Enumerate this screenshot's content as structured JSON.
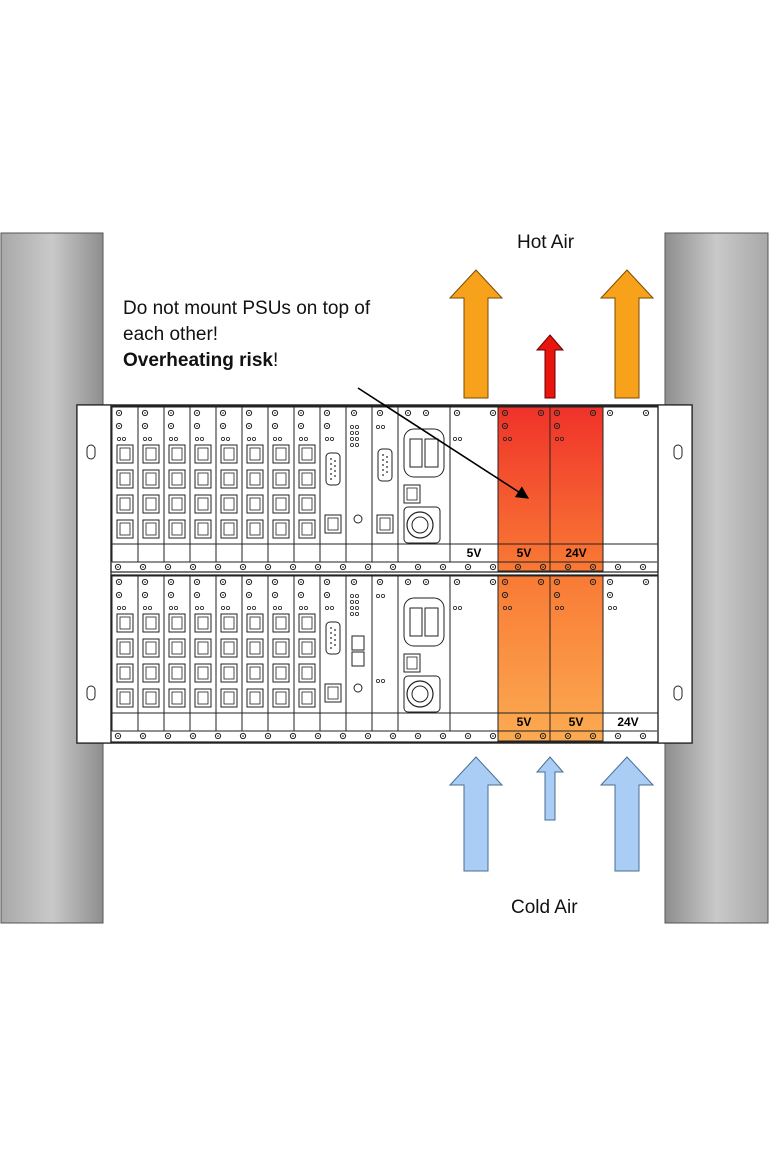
{
  "labels": {
    "hot_air": "Hot Air",
    "cold_air": "Cold Air"
  },
  "warning": {
    "line1": "Do not mount PSUs on top of",
    "line2": "each other!",
    "emphasis": "Overheating risk",
    "suffix": "!"
  },
  "psu_voltages": {
    "top": [
      "5V",
      "5V",
      "24V"
    ],
    "bottom": [
      "5V",
      "5V",
      "24V"
    ]
  },
  "colors": {
    "hot_arrow": "#f7a21a",
    "hot_arrow_small": "#e8150f",
    "cold_arrow": "#a9cdf5",
    "psu_hot_top": "#f0322a",
    "psu_hot_mid": "#f97a35",
    "psu_warm": "#fbab52",
    "rack_post": "#c4c4c4"
  },
  "icons": {
    "hot_air_arrow": "up-arrow-icon",
    "cold_air_arrow": "up-arrow-icon",
    "warning_pointer": "pointer-arrow-icon",
    "rj45": "rj45-port-icon",
    "db9": "db9-connector-icon",
    "power_inlet": "power-inlet-icon",
    "xlr": "xlr-connector-icon"
  }
}
